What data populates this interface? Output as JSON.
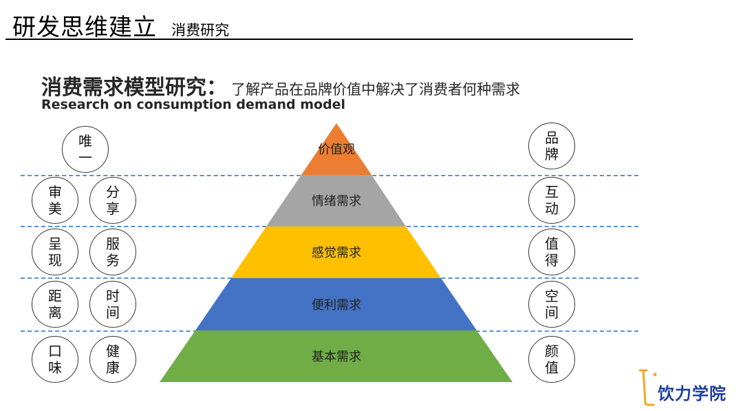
{
  "header": {
    "title": "研发思维建立",
    "subtitle": "消费研究"
  },
  "section": {
    "title": "消费需求模型研究：",
    "description": "了解产品在品牌价值中解决了消费者何种需求",
    "english": "Research on consumption demand model"
  },
  "pyramid": [
    {
      "label": "价值观",
      "color": "#ed7d31"
    },
    {
      "label": "情绪需求",
      "color": "#a5a5a5"
    },
    {
      "label": "感觉需求",
      "color": "#ffc000"
    },
    {
      "label": "便利需求",
      "color": "#4472c4"
    },
    {
      "label": "基本需求",
      "color": "#70ad47"
    }
  ],
  "left_circles": [
    [
      "唯一"
    ],
    [
      "审美",
      "分享"
    ],
    [
      "呈现",
      "服务"
    ],
    [
      "距离",
      "时间"
    ],
    [
      "口味",
      "健康"
    ]
  ],
  "right_circles": [
    "品牌",
    "互动",
    "值得",
    "空间",
    "颜值"
  ],
  "logo": {
    "text": "饮力学院",
    "color": "#1c3ea1",
    "accent": "#f5a623"
  }
}
